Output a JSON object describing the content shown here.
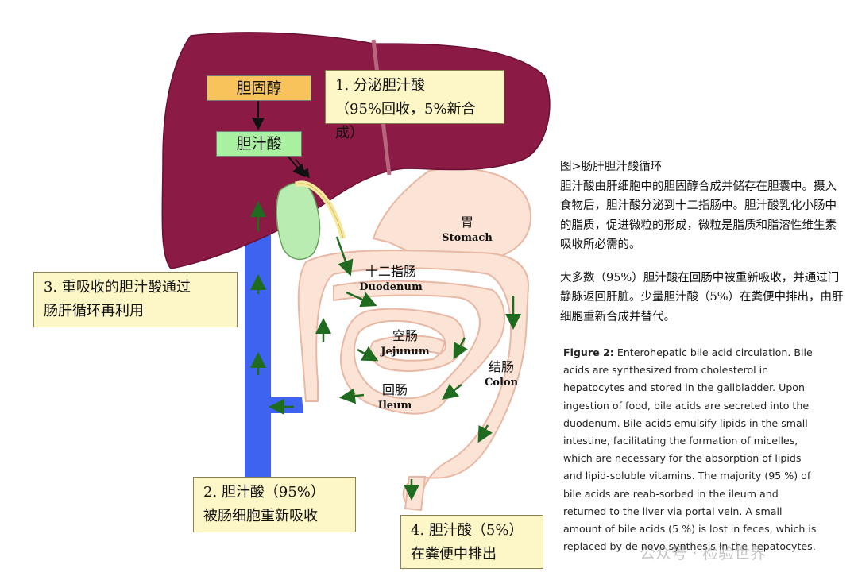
{
  "diagram": {
    "cholesterol_label": "胆固醇",
    "bile_acid_label": "胆汁酸",
    "step1": {
      "line1": "1. 分泌胆汁酸",
      "line2": "（95%回收，5%新合成）"
    },
    "step2": {
      "line1": "2. 胆汁酸（95%）",
      "line2": "被肠细胞重新吸收"
    },
    "step3": {
      "line1": "3. 重吸收的胆汁酸通过",
      "line2": "肠肝循环再利用"
    },
    "step4": {
      "line1": "4. 胆汁酸（5%）",
      "line2": "在粪便中排出"
    },
    "organs": {
      "stomach": {
        "zh": "胃",
        "en": "Stomach"
      },
      "duodenum": {
        "zh": "十二指肠",
        "en": "Duodenum"
      },
      "jejunum": {
        "zh": "空肠",
        "en": "Jejunum"
      },
      "ileum": {
        "zh": "回肠",
        "en": "Ileum"
      },
      "colon": {
        "zh": "结肠",
        "en": "Colon"
      }
    },
    "colors": {
      "liver": "#8b1a45",
      "portal_vein": "#3d63f0",
      "intestine_fill": "#fbe3d6",
      "gallbladder": "#b9ecb0",
      "arrow": "#1f6b1f",
      "callout_fill": "#fdf6c6",
      "cholesterol_fill": "#f9c35c",
      "bile_acid_fill": "#a9f0a0"
    }
  },
  "cn_description": {
    "title": "图>肠肝胆汁酸循环",
    "para1": "胆汁酸由肝细胞中的胆固醇合成并储存在胆囊中。摄入食物后，胆汁酸分泌到十二指肠中。胆汁酸乳化小肠中的脂质，促进微粒的形成，微粒是脂质和脂溶性维生素吸收所必需的。",
    "para2": "大多数（95%）胆汁酸在回肠中被重新吸收，并通过门静脉返回肝脏。少量胆汁酸（5%）在粪便中排出，由肝细胞重新合成并替代。"
  },
  "en_caption": {
    "label": "Figure 2:",
    "text": "Enterohepatic bile acid circulation. Bile acids are synthesized from cholesterol in hepatocytes and stored in the gallbladder. Upon ingestion of food, bile acids are secreted into the duodenum. Bile acids emulsify lipids in the small intestine, facilitating the formation of micelles, which are necessary for the absorption of lipids and lipid-soluble vitamins. The majority (95 %) of bile acids are reab-sorbed in the ileum and returned to the liver via portal vein. A small amount of bile acids (5 %) is lost in feces, which is replaced by de novo synthesis in the hepatocytes."
  },
  "watermark": "公众号 · 检验世界"
}
